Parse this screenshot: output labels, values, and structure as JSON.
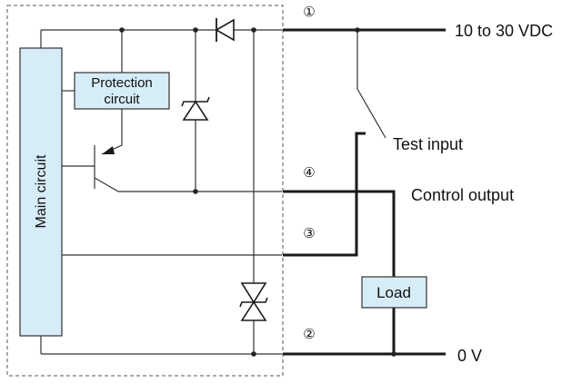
{
  "labels": {
    "supply": "10 to 30 VDC",
    "test_input": "Test input",
    "control_output": "Control output",
    "zero_v": "0 V",
    "main_circuit": "Main circuit",
    "protection_line1": "Protection",
    "protection_line2": "circuit",
    "load": "Load"
  },
  "terminals": {
    "t1": "①",
    "t2": "②",
    "t3": "③",
    "t4": "④"
  },
  "colors": {
    "box_fill": "#d6ecf7",
    "wire": "#1a1a1a"
  }
}
